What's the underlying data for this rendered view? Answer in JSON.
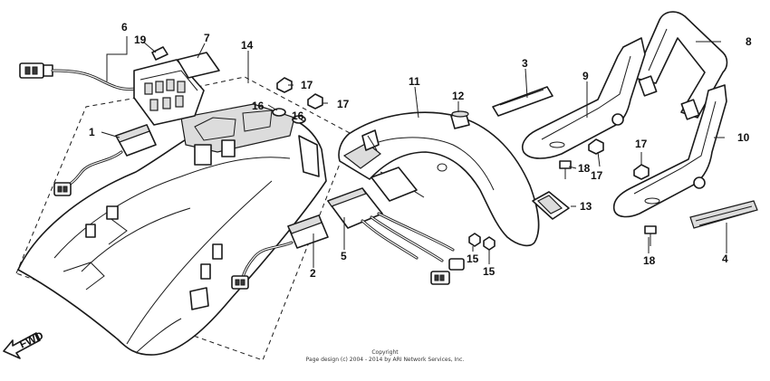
{
  "diagram": {
    "direction_label": "FWD",
    "copyright_line1": "Copyright",
    "copyright_line2": "Page design (c) 2004 - 2014 by ARI Network Services, Inc."
  },
  "callouts": {
    "c1": "1",
    "c2": "2",
    "c3": "3",
    "c4": "4",
    "c5": "5",
    "c6": "6",
    "c7": "7",
    "c8": "8",
    "c9": "9",
    "c10": "10",
    "c11": "11",
    "c12": "12",
    "c13": "13",
    "c14": "14",
    "c15a": "15",
    "c15b": "15",
    "c16a": "16",
    "c16b": "16",
    "c17a": "17",
    "c17b": "17",
    "c17c": "17",
    "c17d": "17",
    "c18a": "18",
    "c18b": "18",
    "c19": "19"
  },
  "colors": {
    "line": "#1a1a1a",
    "background": "#ffffff",
    "shade": "#dcdcdc"
  }
}
